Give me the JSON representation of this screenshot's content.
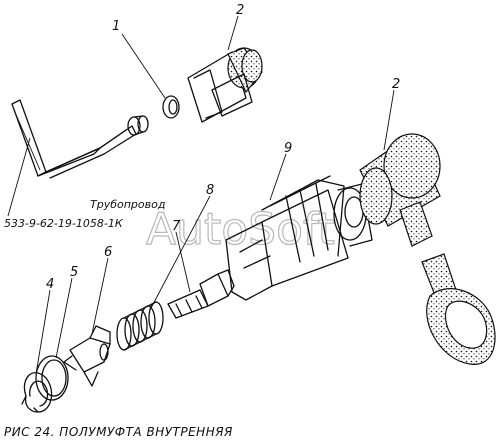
{
  "figure": {
    "caption": "РИС 24. ПОЛУМУФТА ВНУТРЕННЯЯ",
    "watermark": "AutoSoft",
    "tube_title": "Трубопровод",
    "tube_code": "533-9-62-19-1058-1К"
  },
  "callouts": [
    {
      "key": "c1",
      "label": "1"
    },
    {
      "key": "c2a",
      "label": "2"
    },
    {
      "key": "c2b",
      "label": "2"
    },
    {
      "key": "c9",
      "label": "9"
    },
    {
      "key": "c8",
      "label": "8"
    },
    {
      "key": "c7",
      "label": "7"
    },
    {
      "key": "c6",
      "label": "6"
    },
    {
      "key": "c5",
      "label": "5"
    },
    {
      "key": "c4",
      "label": "4"
    }
  ],
  "colors": {
    "ink": "#111111",
    "watermark": "#b9b9b9",
    "paper": "#ffffff"
  }
}
